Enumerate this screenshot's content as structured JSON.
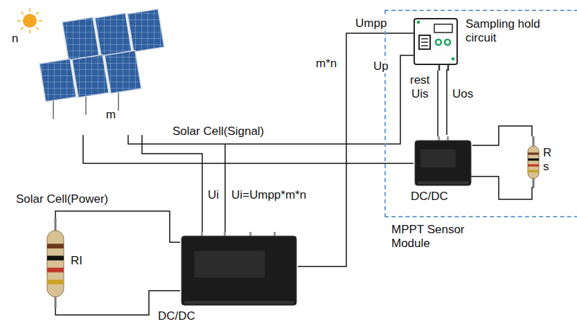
{
  "diagram": {
    "nodes": [
      {
        "text": [
          "n",
          "m"
        ]
      },
      {
        "text": [
          "MPPT Sensor Module"
        ]
      },
      {
        "text": [
          "Sampling hold circuit"
        ],
        "in": 1
      },
      {
        "text": [
          "DC/DC"
        ],
        "in": 1
      },
      {
        "text": [
          "R s"
        ],
        "in": 1
      },
      {
        "text": [
          "RI"
        ]
      },
      {
        "text": [
          "DC/DC"
        ]
      }
    ],
    "edges": [
      {
        "from": 0,
        "to": 2,
        "arrow": "none"
      },
      {
        "from": 0,
        "to": 6,
        "arrow": "none"
      },
      {
        "from": 6,
        "to": 2,
        "arrow": "none"
      },
      {
        "from": 2,
        "to": 3,
        "arrow": "none"
      },
      {
        "from": 3,
        "to": 4,
        "arrow": "none"
      },
      {
        "from": 5,
        "to": 6,
        "arrow": "none"
      },
      {
        "from": 0,
        "to": 3,
        "arrow": "none"
      }
    ],
    "labels": [
      "Solar Cell(Signal)",
      "Solar Cell(Power)",
      "Ui",
      "Ui=Umpp*m*n",
      "Umpp",
      "m*n",
      "Up",
      "rest",
      "Uis",
      "Uos"
    ]
  }
}
